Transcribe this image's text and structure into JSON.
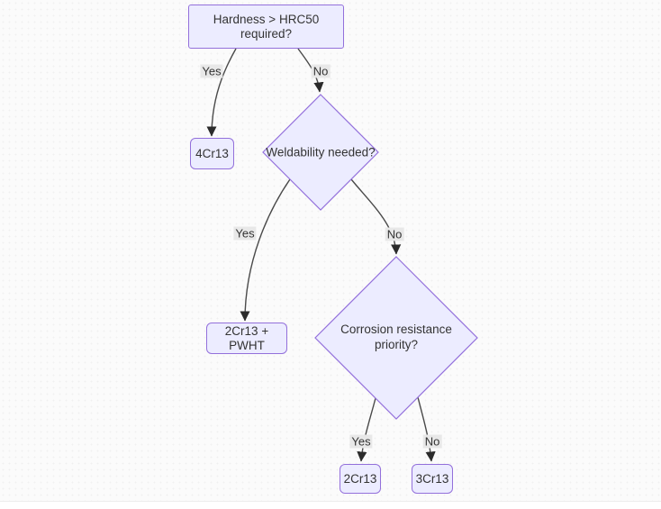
{
  "colors": {
    "canvas_bg": "#fbfbfb",
    "node_fill": "#ECECFF",
    "node_border": "#9370DB",
    "node_text": "#333333",
    "edge_line": "#4a4a4a",
    "arrow_head": "#2b2b2b",
    "edge_label_bg": "#e8e8e8"
  },
  "nodes": {
    "hardness": {
      "label": "Hardness > HRC50 required?",
      "shape": "rect"
    },
    "result_4cr13": {
      "label": "4Cr13",
      "shape": "rounded-rect"
    },
    "weldability": {
      "label": "Weldability needed?",
      "shape": "diamond"
    },
    "result_2cr13_pwht": {
      "label": "2Cr13 + PWHT",
      "shape": "rounded-rect"
    },
    "corrosion": {
      "label": "Corrosion resistance priority?",
      "shape": "diamond"
    },
    "result_2cr13": {
      "label": "2Cr13",
      "shape": "rounded-rect"
    },
    "result_3cr13": {
      "label": "3Cr13",
      "shape": "rounded-rect"
    }
  },
  "edges": {
    "hardness_yes": {
      "label": "Yes",
      "from": "hardness",
      "to": "result_4cr13"
    },
    "hardness_no": {
      "label": "No",
      "from": "hardness",
      "to": "weldability"
    },
    "weldability_yes": {
      "label": "Yes",
      "from": "weldability",
      "to": "result_2cr13_pwht"
    },
    "weldability_no": {
      "label": "No",
      "from": "weldability",
      "to": "corrosion"
    },
    "corrosion_yes": {
      "label": "Yes",
      "from": "corrosion",
      "to": "result_2cr13"
    },
    "corrosion_no": {
      "label": "No",
      "from": "corrosion",
      "to": "result_3cr13"
    }
  }
}
